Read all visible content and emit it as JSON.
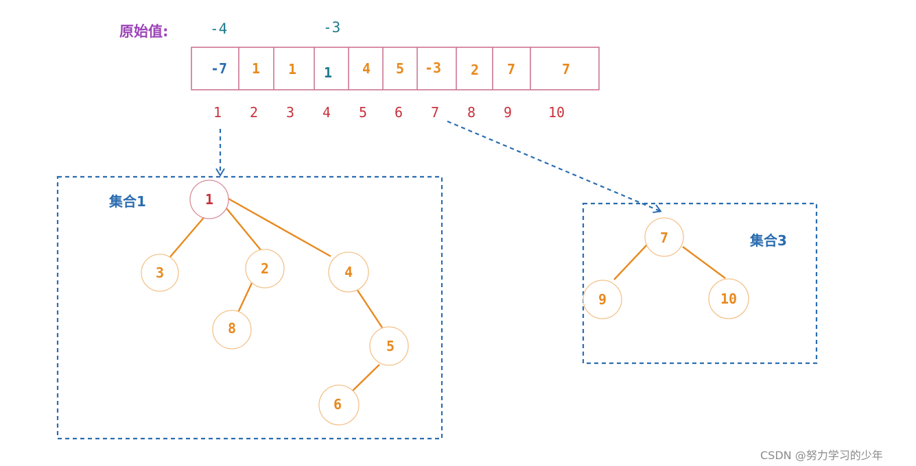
{
  "original": {
    "label": "原始值:",
    "values": [
      {
        "index": 1,
        "text": "-4"
      },
      {
        "index": 4,
        "text": "-3"
      }
    ]
  },
  "array": {
    "cells": [
      "-7",
      "1",
      "1",
      "1",
      "4",
      "5",
      "-3",
      "2",
      "7",
      "7"
    ],
    "indices": [
      "1",
      "2",
      "3",
      "4",
      "5",
      "6",
      "7",
      "8",
      "9",
      "10"
    ]
  },
  "sets": [
    {
      "label": "集合1",
      "root": "1",
      "nodes": [
        "1",
        "3",
        "2",
        "4",
        "8",
        "5",
        "6"
      ],
      "edges": [
        [
          "1",
          "3"
        ],
        [
          "1",
          "2"
        ],
        [
          "1",
          "4"
        ],
        [
          "2",
          "8"
        ],
        [
          "4",
          "5"
        ],
        [
          "5",
          "6"
        ]
      ]
    },
    {
      "label": "集合3",
      "root": "7",
      "nodes": [
        "7",
        "9",
        "10"
      ],
      "edges": [
        [
          "7",
          "9"
        ],
        [
          "7",
          "10"
        ]
      ]
    }
  ],
  "colors": {
    "negative": "#2a6cb0",
    "positive": "#e8891e",
    "root_index": "#c8323c",
    "edge": "#e8891e",
    "dashed": "#2a6cb0",
    "array_border": "#c96a8a",
    "original_label": "#9c44b8",
    "original_value": "#1e7a8c"
  },
  "watermark": "CSDN @努力学习的少年"
}
